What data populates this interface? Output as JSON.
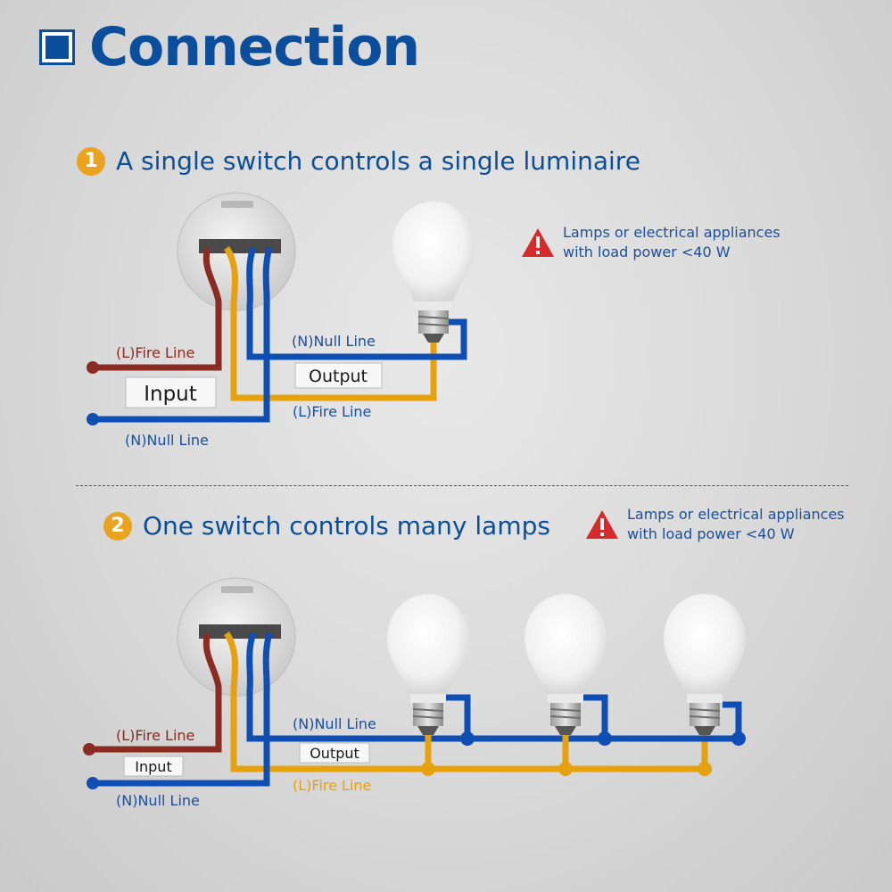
{
  "page_title": "Connection",
  "section1": {
    "number": "1",
    "title": "A single switch controls a single luminaire",
    "warning_line1": "Lamps or electrical appliances",
    "warning_line2": "with load power <40 W",
    "labels": {
      "l_fire_input": "(L)Fire Line",
      "input": "Input",
      "n_null_input": "(N)Null Line",
      "n_null_output": "(N)Null Line",
      "output": "Output",
      "l_fire_output": "(L)Fire Line"
    }
  },
  "section2": {
    "number": "2",
    "title": "One switch controls many lamps",
    "warning_line1": "Lamps or electrical appliances",
    "warning_line2": "with load power <40 W",
    "labels": {
      "l_fire_input": "(L)Fire Line",
      "input": "Input",
      "n_null_input": "(N)Null Line",
      "n_null_output": "(N)Null Line",
      "output": "Output",
      "l_fire_output": "(L)Fire Line"
    }
  },
  "colors": {
    "title_blue": "#0b4f9c",
    "null_wire": "#0f4fb3",
    "fire_out_wire": "#e5a10e",
    "fire_in_wire": "#8b2c22",
    "badge": "#e9a31f",
    "warning_red": "#d52b2b",
    "label_blue": "#1c4f98"
  }
}
